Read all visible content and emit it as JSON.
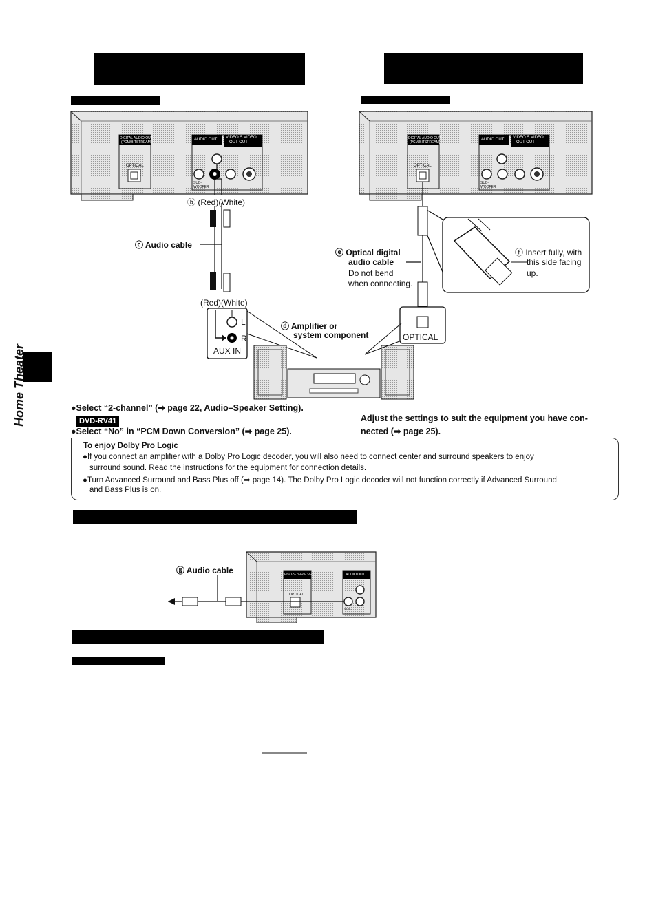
{
  "sidebar": {
    "section_label": "Home Theater"
  },
  "diagram1": {
    "label_b": "ⓑ (Red)(White)",
    "label_c": "ⓒ Audio cable",
    "label_red_white": "(Red)(White)",
    "jack_L": "L",
    "jack_R": "R",
    "aux_in": "AUX IN",
    "label_d_1": "ⓓ Amplifier or",
    "label_d_2": "system  component",
    "panel_audio_out": "AUDIO OUT",
    "panel_video_out": "VIDEO S VIDEO",
    "panel_video_out2": "OUT    OUT",
    "panel_digital": "DIGITAL AUDIO OUT",
    "panel_digital2": "(PCM/BITSTREAM)",
    "panel_optical": "OPTICAL",
    "panel_sub": "SUB-",
    "panel_woofer": "WOOFER"
  },
  "diagram2": {
    "label_e_1": "ⓔ Optical digital",
    "label_e_2": "audio cable",
    "label_e_3": "Do not bend",
    "label_e_4": "when connecting.",
    "label_f_1": "ⓕ Insert fully, with",
    "label_f_2": "this side facing",
    "label_f_3": "up.",
    "optical_port": "OPTICAL"
  },
  "instructions": {
    "left_1": "●Select “2-channel” (➡ page 22, Audio–Speaker Setting).",
    "model": "DVD-RV41",
    "left_2": "●Select “No” in “PCM Down Conversion” (➡ page 25).",
    "right_1": "Adjust the settings to suit the equipment you have con-",
    "right_2": "nected (➡ page 25)."
  },
  "note": {
    "title": "To enjoy Dolby Pro Logic",
    "line1": "●If you connect an amplifier with a Dolby Pro Logic decoder, you will also need to connect center and surround speakers to enjoy",
    "line2": "surround sound. Read the instructions for the equipment for connection details.",
    "line3": "●Turn Advanced Surround and Bass Plus off (➡ page 14). The Dolby Pro Logic decoder will not function correctly if Advanced Surround",
    "line4": "and Bass Plus is on."
  },
  "diagram3": {
    "label_g": "ⓖ Audio cable"
  }
}
